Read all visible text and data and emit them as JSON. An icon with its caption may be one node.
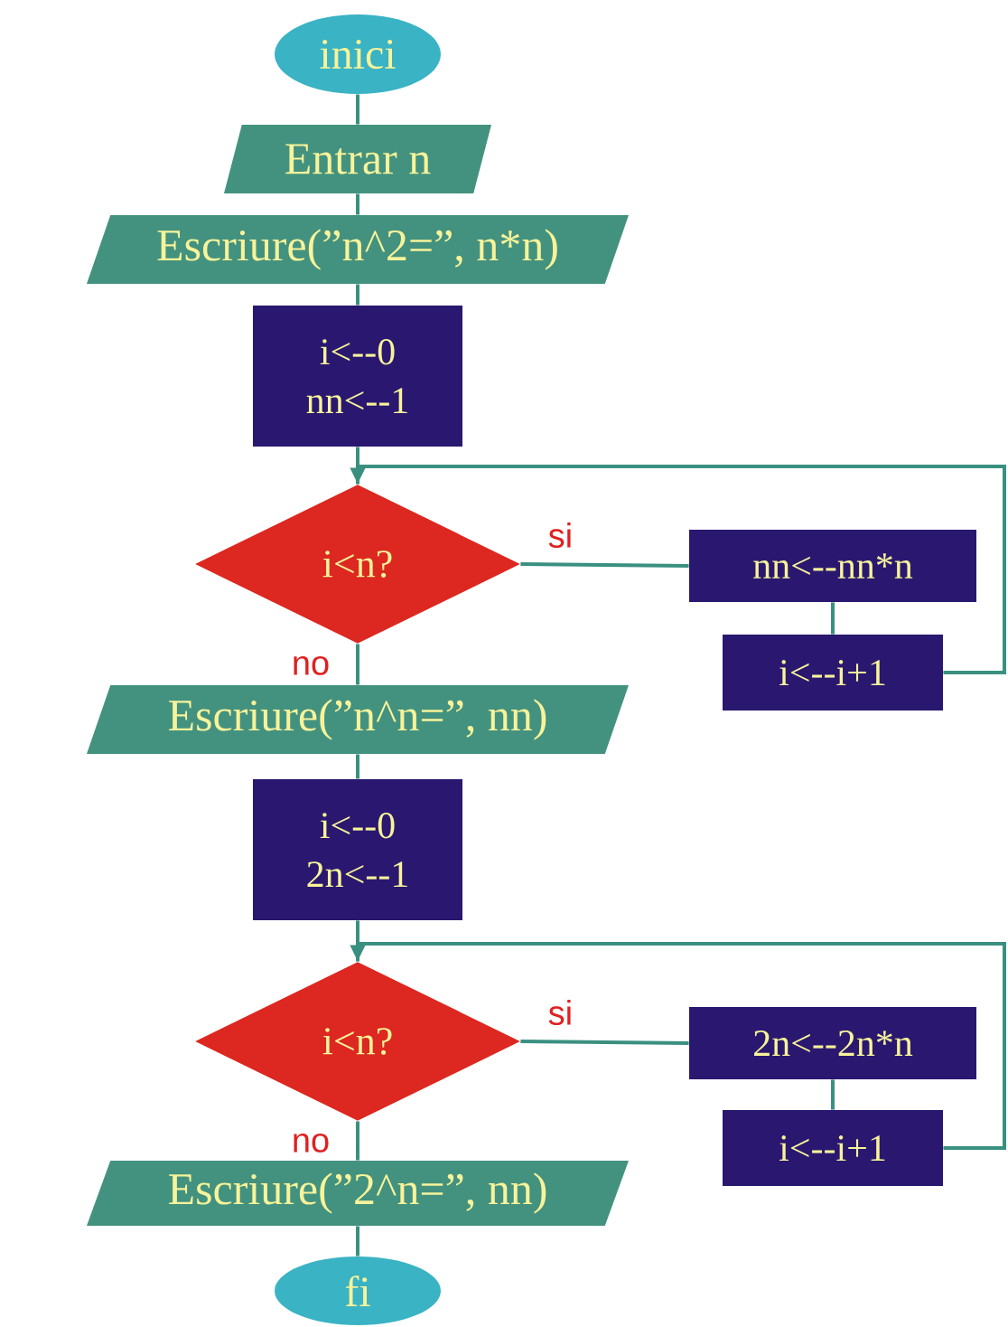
{
  "diagram": {
    "nodes": [
      {
        "text": [
          "inici"
        ]
      },
      {
        "text": [
          "Entrar n"
        ]
      },
      {
        "text": [
          "Escriure(”n^2=”, n*n)"
        ]
      },
      {
        "text": [
          "i<--0 nn<--1"
        ]
      },
      {
        "text": [
          "i<n?"
        ]
      },
      {
        "text": [
          "nn<--nn*n"
        ]
      },
      {
        "text": [
          "i<--i+1"
        ]
      },
      {
        "text": [
          "Escriure(”n^n=”, nn)"
        ]
      },
      {
        "text": [
          "i<--0 2n<--1"
        ]
      },
      {
        "text": [
          "i<n?"
        ]
      },
      {
        "text": [
          "2n<--2n*n"
        ]
      },
      {
        "text": [
          "i<--i+1"
        ]
      },
      {
        "text": [
          "Escriure(”2^n=”, nn)"
        ]
      },
      {
        "text": [
          "fi"
        ]
      }
    ],
    "edges": [
      {
        "from": 0,
        "to": 1,
        "arrow": "none"
      },
      {
        "from": 1,
        "to": 2,
        "arrow": "none"
      },
      {
        "from": 2,
        "to": 3,
        "arrow": "none"
      },
      {
        "from": 3,
        "to": 4,
        "arrow": "none"
      },
      {
        "from": 4,
        "to": 5,
        "arrow": "none",
        "label": "si"
      },
      {
        "from": 5,
        "to": 6,
        "arrow": "none"
      },
      {
        "from": 6,
        "to": 4,
        "arrow": "to"
      },
      {
        "from": 4,
        "to": 7,
        "arrow": "none",
        "label": "no"
      },
      {
        "from": 7,
        "to": 8,
        "arrow": "none"
      },
      {
        "from": 8,
        "to": 9,
        "arrow": "none"
      },
      {
        "from": 9,
        "to": 10,
        "arrow": "none",
        "label": "si"
      },
      {
        "from": 10,
        "to": 11,
        "arrow": "none"
      },
      {
        "from": 11,
        "to": 9,
        "arrow": "to"
      },
      {
        "from": 9,
        "to": 12,
        "arrow": "none",
        "label": "no"
      },
      {
        "from": 12,
        "to": 13,
        "arrow": "none"
      }
    ]
  }
}
